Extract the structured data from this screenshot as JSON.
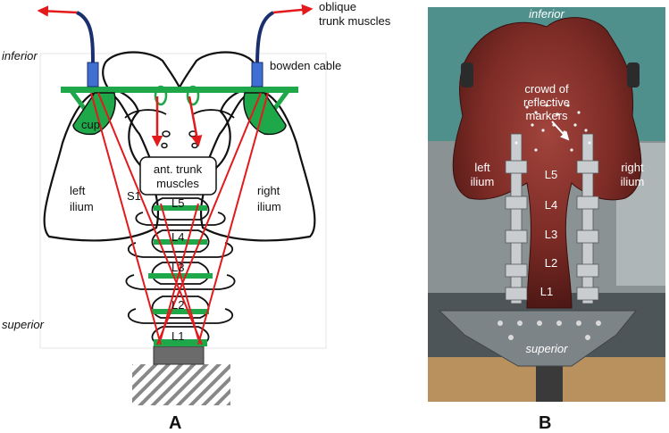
{
  "panel_a": {
    "letter": "A",
    "labels": {
      "inferior": "inferior",
      "superior": "superior",
      "oblique_line1": "oblique",
      "oblique_line2": "trunk muscles",
      "bowden_cable": "bowden cable",
      "cup": "cup",
      "ant_trunk_line1": "ant. trunk",
      "ant_trunk_line2": "muscles",
      "left_ilium_line1": "left",
      "left_ilium_line2": "ilium",
      "right_ilium_line1": "right",
      "right_ilium_line2": "ilium",
      "s1": "S1",
      "vertebrae": [
        "L5",
        "L4",
        "L3",
        "L2",
        "L1"
      ]
    }
  },
  "panel_b": {
    "letter": "B",
    "labels": {
      "inferior": "inferior",
      "superior": "superior",
      "markers_line1": "crowd of",
      "markers_line2": "reflective",
      "markers_line3": "markers",
      "left_ilium_line1": "left",
      "left_ilium_line2": "ilium",
      "right_ilium_line1": "right",
      "right_ilium_line2": "ilium",
      "vertebrae": [
        "L5",
        "L4",
        "L3",
        "L2",
        "L1"
      ]
    }
  },
  "colors": {
    "muscle_red": "#e31a1c",
    "frame_green": "#1fa84a",
    "cable_blue": "#1a2f6e",
    "cable_tip": "#3f6fd1",
    "outline": "#111111",
    "base_gray": "#6b6b6b"
  }
}
